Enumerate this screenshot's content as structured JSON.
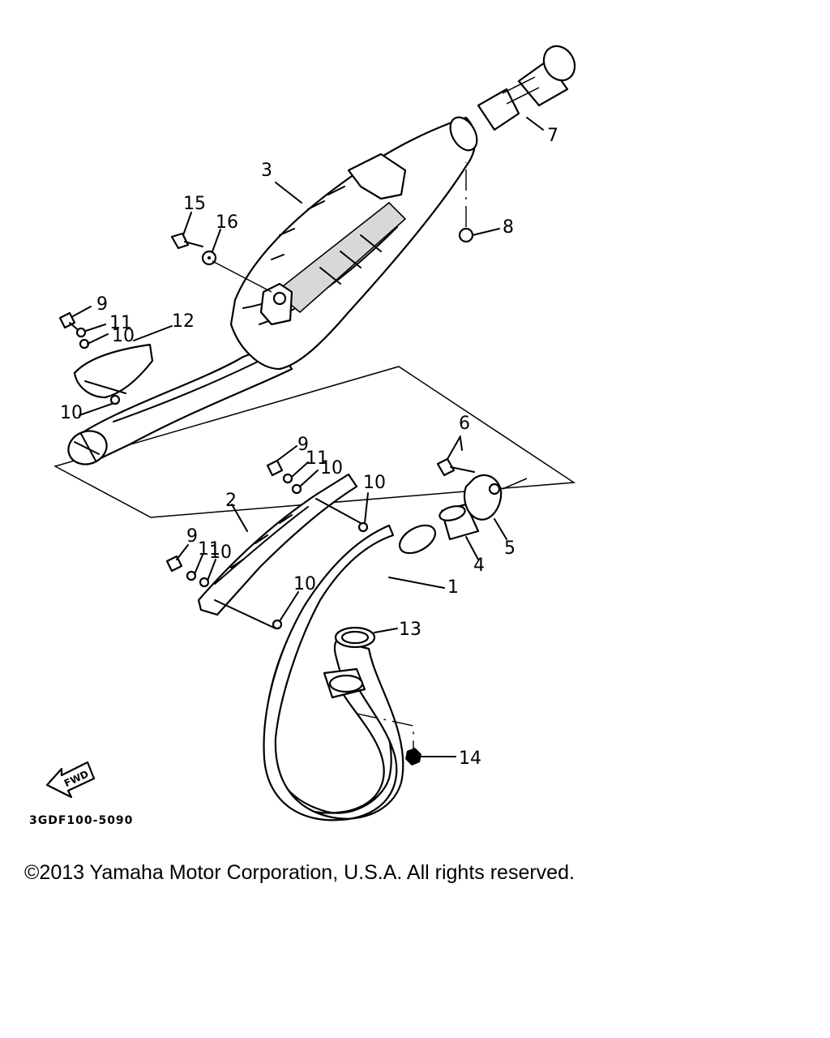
{
  "diagram": {
    "callouts": {
      "c1": "1",
      "c2": "2",
      "c3": "3",
      "c4": "4",
      "c5": "5",
      "c6": "6",
      "c7": "7",
      "c8": "8",
      "c9a": "9",
      "c9b": "9",
      "c9c": "9",
      "c10a": "10",
      "c10b": "10",
      "c10c": "10",
      "c10d": "10",
      "c10e": "10",
      "c10f": "10",
      "c11a": "11",
      "c11b": "11",
      "c11c": "11",
      "c12": "12",
      "c13": "13",
      "c14": "14",
      "c15": "15",
      "c16": "16"
    },
    "fwd_label": "FWD",
    "part_code": "3GDF100-5090"
  },
  "footer": {
    "copyright": "©2013 Yamaha Motor Corporation, U.S.A. All rights reserved."
  }
}
